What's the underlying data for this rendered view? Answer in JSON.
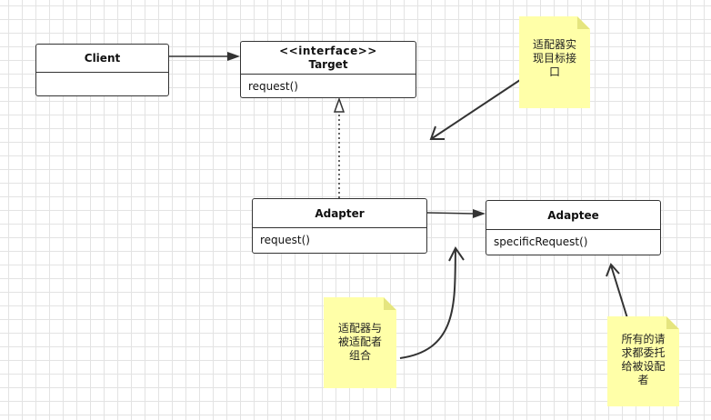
{
  "classes": {
    "client": {
      "name": "Client"
    },
    "target": {
      "stereotype": "<<interface>>",
      "name": "Target",
      "operation": "request()"
    },
    "adapter": {
      "name": "Adapter",
      "operation": "request()"
    },
    "adaptee": {
      "name": "Adaptee",
      "operation": "specificRequest()"
    }
  },
  "notes": {
    "implements": {
      "lines": [
        "适配器实",
        "现目标接",
        "口"
      ]
    },
    "composition": {
      "lines": [
        "适配器与",
        "被适配者",
        "组合"
      ]
    },
    "delegation": {
      "lines": [
        "所有的请",
        "求都委托",
        "给被设配",
        "者"
      ]
    }
  },
  "colors": {
    "note_bg": "#ffffa8",
    "note_fold": "#e5e57f",
    "line": "#333333",
    "grid": "#e3e3e3"
  }
}
